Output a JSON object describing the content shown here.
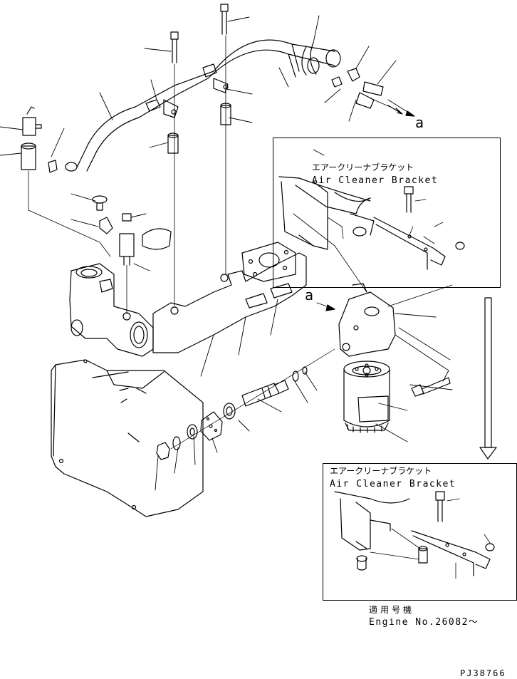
{
  "callouts": {
    "a_top": "a",
    "a_mid": "a"
  },
  "inset_top": {
    "label_jp": "エアークリーナブラケット",
    "label_en": "Air Cleaner Bracket"
  },
  "inset_bottom": {
    "label_jp": "エアークリーナブラケット",
    "label_en": "Air Cleaner Bracket"
  },
  "applicability": {
    "label_jp": "適用号機",
    "label_en": "Engine No.26082〜"
  },
  "figure_code": "PJ38766",
  "colors": {
    "line": "#000000",
    "background": "#ffffff"
  }
}
